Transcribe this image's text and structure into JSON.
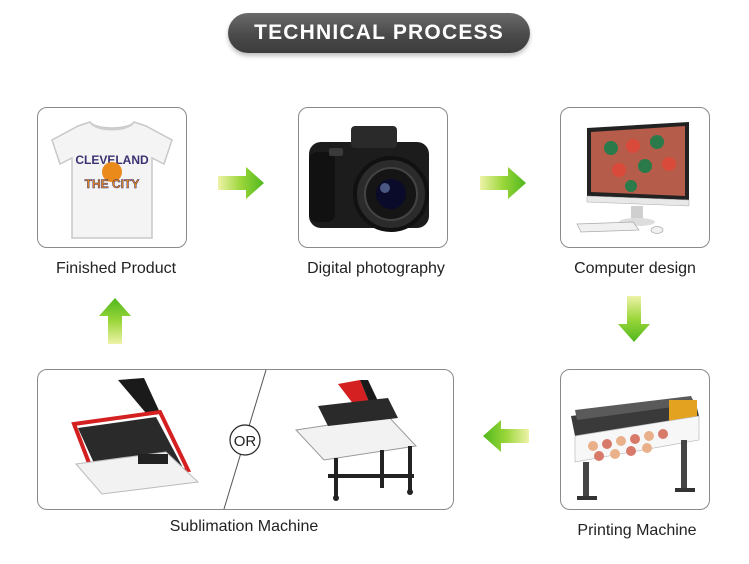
{
  "banner": {
    "title": "TECHNICAL PROCESS"
  },
  "steps": [
    {
      "label": "Finished Product",
      "icon": "tshirt-icon",
      "shirt_text_1": "CLEVELAND",
      "shirt_text_2": "THE CITY"
    },
    {
      "label": "Digital photography",
      "icon": "camera-icon"
    },
    {
      "label": "Computer design",
      "icon": "computer-icon"
    },
    {
      "label": "Printing Machine",
      "icon": "printer-icon"
    },
    {
      "label": "Sublimation Machine",
      "icon": "heat-press-icon",
      "or_text": "OR"
    }
  ],
  "colors": {
    "arrow": "#6ec72a",
    "arrow_light": "#e8f0a0",
    "banner": "#4d4d4d",
    "press_accent": "#d42020"
  }
}
